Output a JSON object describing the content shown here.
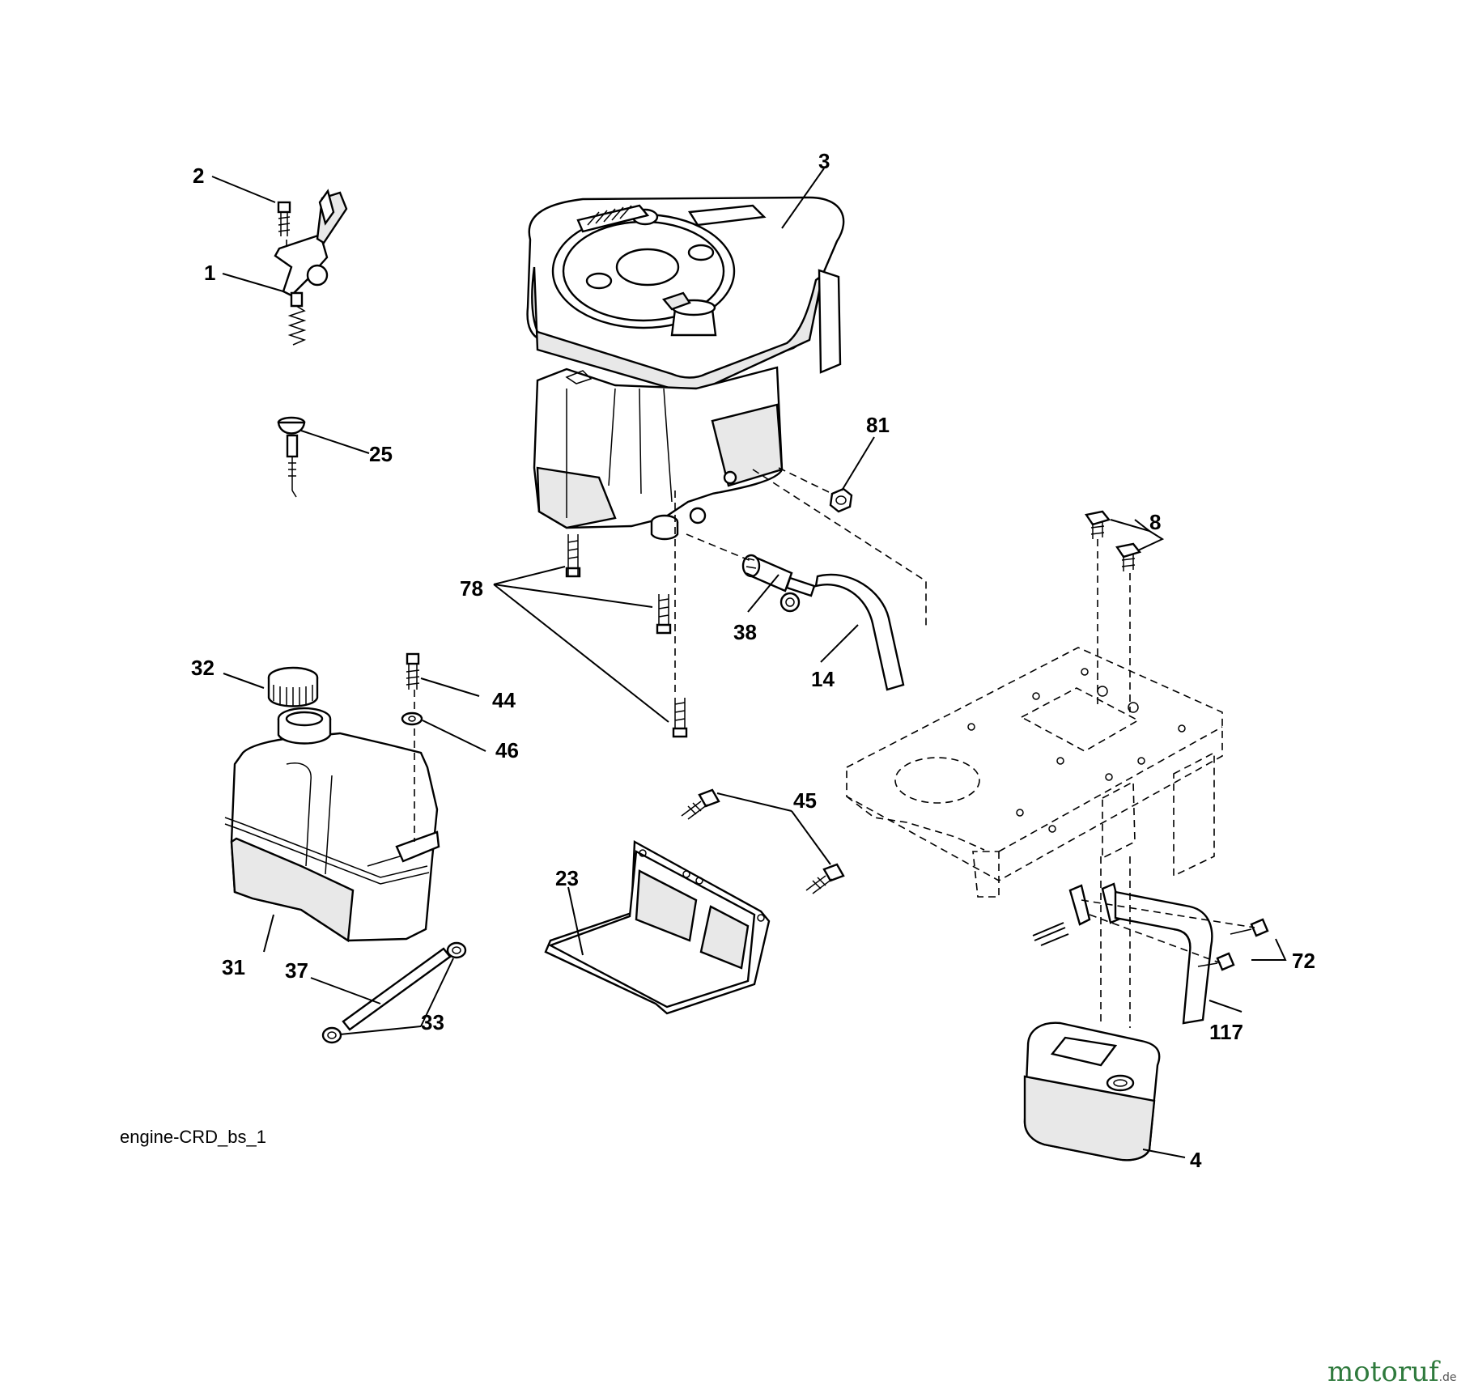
{
  "callouts": {
    "c1": "1",
    "c2": "2",
    "c3": "3",
    "c4": "4",
    "c8": "8",
    "c14": "14",
    "c23": "23",
    "c25": "25",
    "c31": "31",
    "c32": "32",
    "c33": "33",
    "c37": "37",
    "c38": "38",
    "c44": "44",
    "c45": "45",
    "c46": "46",
    "c72": "72",
    "c78": "78",
    "c81": "81",
    "c117": "117"
  },
  "caption": "engine-CRD_bs_1",
  "watermark": {
    "part1": "motoruf",
    "part2": ".de"
  },
  "colors": {
    "line": "#000000",
    "background": "#ffffff",
    "shading": "#e8e8e8"
  }
}
